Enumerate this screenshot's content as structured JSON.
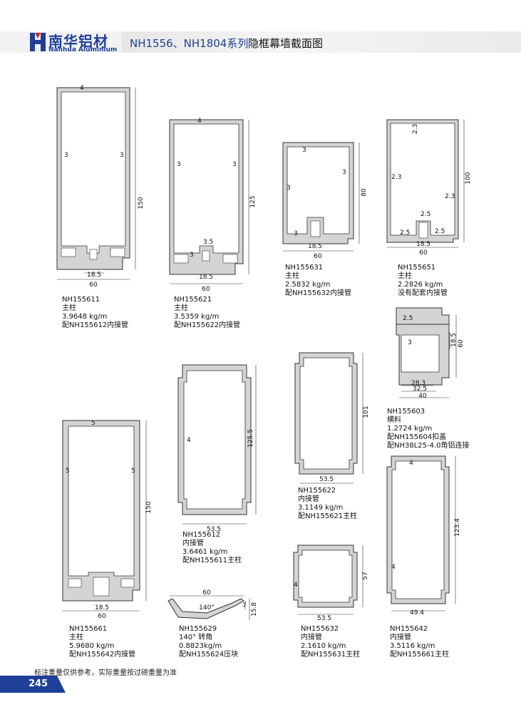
{
  "header": {
    "brand_cn": "南华铝材",
    "brand_en": "Nanhua Aluminium",
    "series": "NH1556、NH1804系列",
    "title": "隐框幕墙截面图",
    "brand_color": "#1f3f98",
    "accent_color": "#d6232a"
  },
  "profiles": [
    {
      "code": "NH155611",
      "type": "主柱",
      "weight": "3.9648 kg/m",
      "note": "配NH155612内接管",
      "dims": {
        "d1": "4",
        "d2": "3",
        "d3": "3",
        "height": "150",
        "inner": "18.5",
        "width": "60"
      }
    },
    {
      "code": "NH155621",
      "type": "主柱",
      "weight": "3.5359 kg/m",
      "note": "配NH155622内接管",
      "dims": {
        "d1": "4",
        "d2": "3",
        "d3": "3",
        "height": "125",
        "d4": "3.5",
        "d5": "3",
        "inner": "18.5",
        "width": "60"
      }
    },
    {
      "code": "NH155631",
      "type": "主柱",
      "weight": "2.5832 kg/m",
      "note": "配NH155632内接管",
      "dims": {
        "d1": "3",
        "d2": "3",
        "d3": "3",
        "height": "80",
        "d4": "3",
        "inner": "18.5",
        "width": "60"
      }
    },
    {
      "code": "NH155651",
      "type": "主柱",
      "weight": "2.2826 kg/m",
      "note": "没有配套内接管",
      "dims": {
        "d1": "2.3",
        "d2": "2.3",
        "d3": "2.3",
        "height": "100",
        "d4": "2.5",
        "d5": "2.5",
        "d6": "2.5",
        "inner": "18.5",
        "width": "60"
      }
    },
    {
      "code": "NH155603",
      "type": "横料",
      "weight": "1.2724 kg/m",
      "note": "配NH155604扣盖",
      "note2": "配NH38L25-4.0角铝连接",
      "dims": {
        "d1": "2.5",
        "d2": "3",
        "d3": "18.5",
        "height": "60",
        "w1": "28.3",
        "w2": "32.5",
        "w3": "40"
      }
    },
    {
      "code": "NH155661",
      "type": "主柱",
      "weight": "5.9680 kg/m",
      "note": "配NH155642内接管",
      "dims": {
        "d1": "5",
        "d2": "5",
        "d3": "5",
        "height": "150",
        "inner": "18.5",
        "width": "60"
      }
    },
    {
      "code": "NH155612",
      "type": "内接管",
      "weight": "3.6461 kg/m",
      "note": "配NH155611主柱",
      "dims": {
        "d1": "4",
        "height": "125.5",
        "width": "53.5"
      }
    },
    {
      "code": "NH155622",
      "type": "内接管",
      "weight": "3.1149 kg/m",
      "note": "配NH155621主柱",
      "dims": {
        "height": "101",
        "width": "53.5"
      }
    },
    {
      "code": "NH155632",
      "type": "内接管",
      "weight": "2.1610 kg/m",
      "note": "配NH155631主柱",
      "dims": {
        "d1": "4",
        "height": "57",
        "width": "53.5"
      }
    },
    {
      "code": "NH155642",
      "type": "内接管",
      "weight": "3.5116 kg/m",
      "note": "配NH155661主柱",
      "dims": {
        "d1": "4",
        "d2": "4",
        "height": "123.4",
        "width": "49.4"
      }
    },
    {
      "code": "NH155629",
      "type": "140° 转角",
      "weight": "0.8823kg/m",
      "note": "配NH155624压块",
      "dims": {
        "width": "60",
        "angle": "140°",
        "d1": "7",
        "height": "15.8"
      }
    }
  ],
  "footer": {
    "note": "标注重量仅供参考，实际重量按过磅重量为准",
    "page": "245"
  }
}
